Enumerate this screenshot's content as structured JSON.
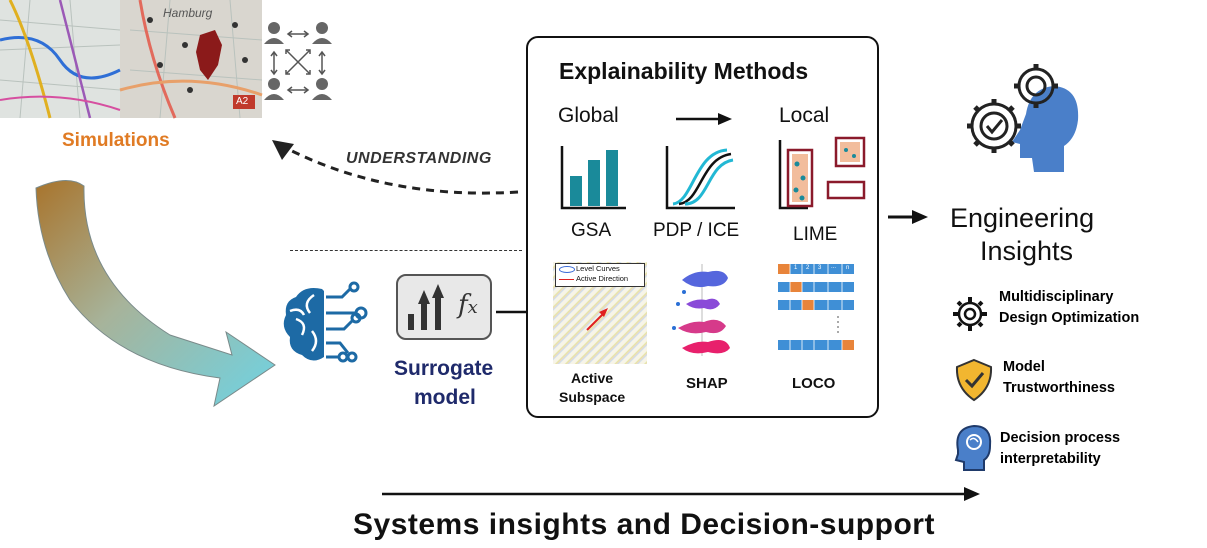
{
  "simulations": {
    "label": "Simulations",
    "map_text": "Hamburg",
    "road_label": "A2"
  },
  "understanding": {
    "label": "UNDERSTANDING"
  },
  "surrogate": {
    "label_line1": "Surrogate",
    "label_line2": "model",
    "fx": "f",
    "fx_var": "x"
  },
  "methods": {
    "title": "Explainability Methods",
    "global": "Global",
    "local": "Local",
    "gsa": "GSA",
    "pdp": "PDP / ICE",
    "lime": "LIME",
    "active_line1": "Active",
    "active_line2": "Subspace",
    "legend_level": "Level Curves",
    "legend_direction": "Active Direction",
    "shap": "SHAP",
    "loco": "LOCO",
    "loco_row_values": [
      "1",
      "2",
      "3",
      "...",
      "n"
    ]
  },
  "engineering": {
    "title_line1": "Engineering",
    "title_line2": "Insights",
    "items": [
      {
        "icon": "gear-icon",
        "line1": "Multidisciplinary",
        "line2": "Design Optimization"
      },
      {
        "icon": "shield-check-icon",
        "line1": "Model",
        "line2": "Trustworthiness"
      },
      {
        "icon": "head-brain-icon",
        "line1": "Decision process",
        "line2": "interpretability"
      }
    ]
  },
  "footer": {
    "label": "Systems insights and Decision-support"
  },
  "colors": {
    "orange": "#e07b24",
    "navy": "#1f2a6b",
    "teal": "#1a8a9a",
    "maroon": "#8b1a2b",
    "blue": "#4a7fc9",
    "gold": "#f2b630"
  }
}
